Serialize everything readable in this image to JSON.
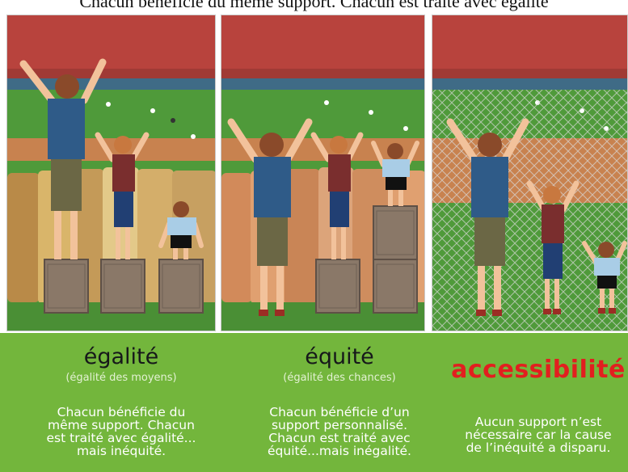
{
  "header_text": "Chacun bénéficie du même support. Chacun est traité avec égalité",
  "panels": [
    {
      "name": "egalite"
    },
    {
      "name": "equite"
    },
    {
      "name": "accessibilite"
    }
  ],
  "columns": [
    {
      "title": "égalité",
      "subtitle": "(égalité des moyens)",
      "lines": [
        "Chacun bénéficie du",
        "même support. Chacun",
        "est traité avec égalité...",
        "mais inéquité."
      ]
    },
    {
      "title": "équité",
      "subtitle": "(égalité des chances)",
      "lines": [
        "Chacun bénéficie d’un",
        "support personnalisé.",
        "Chacun est traité avec",
        "équité...mais inégalité."
      ]
    },
    {
      "title": "accessibilité",
      "subtitle": "",
      "lines": [
        "Aucun support n’est",
        "nécessaire car la cause",
        "de l’inéquité a disparu."
      ]
    }
  ],
  "colors": {
    "green_band": "#73b63c",
    "title_dark": "#16181a",
    "title_red": "#e21f1f",
    "subtitle": "#e3f1d3",
    "text_white": "#ffffff",
    "stadium_red": "#b8433d",
    "field_green": "#4f9a3a",
    "dirt": "#c8824f",
    "crate": "#8a7868"
  }
}
